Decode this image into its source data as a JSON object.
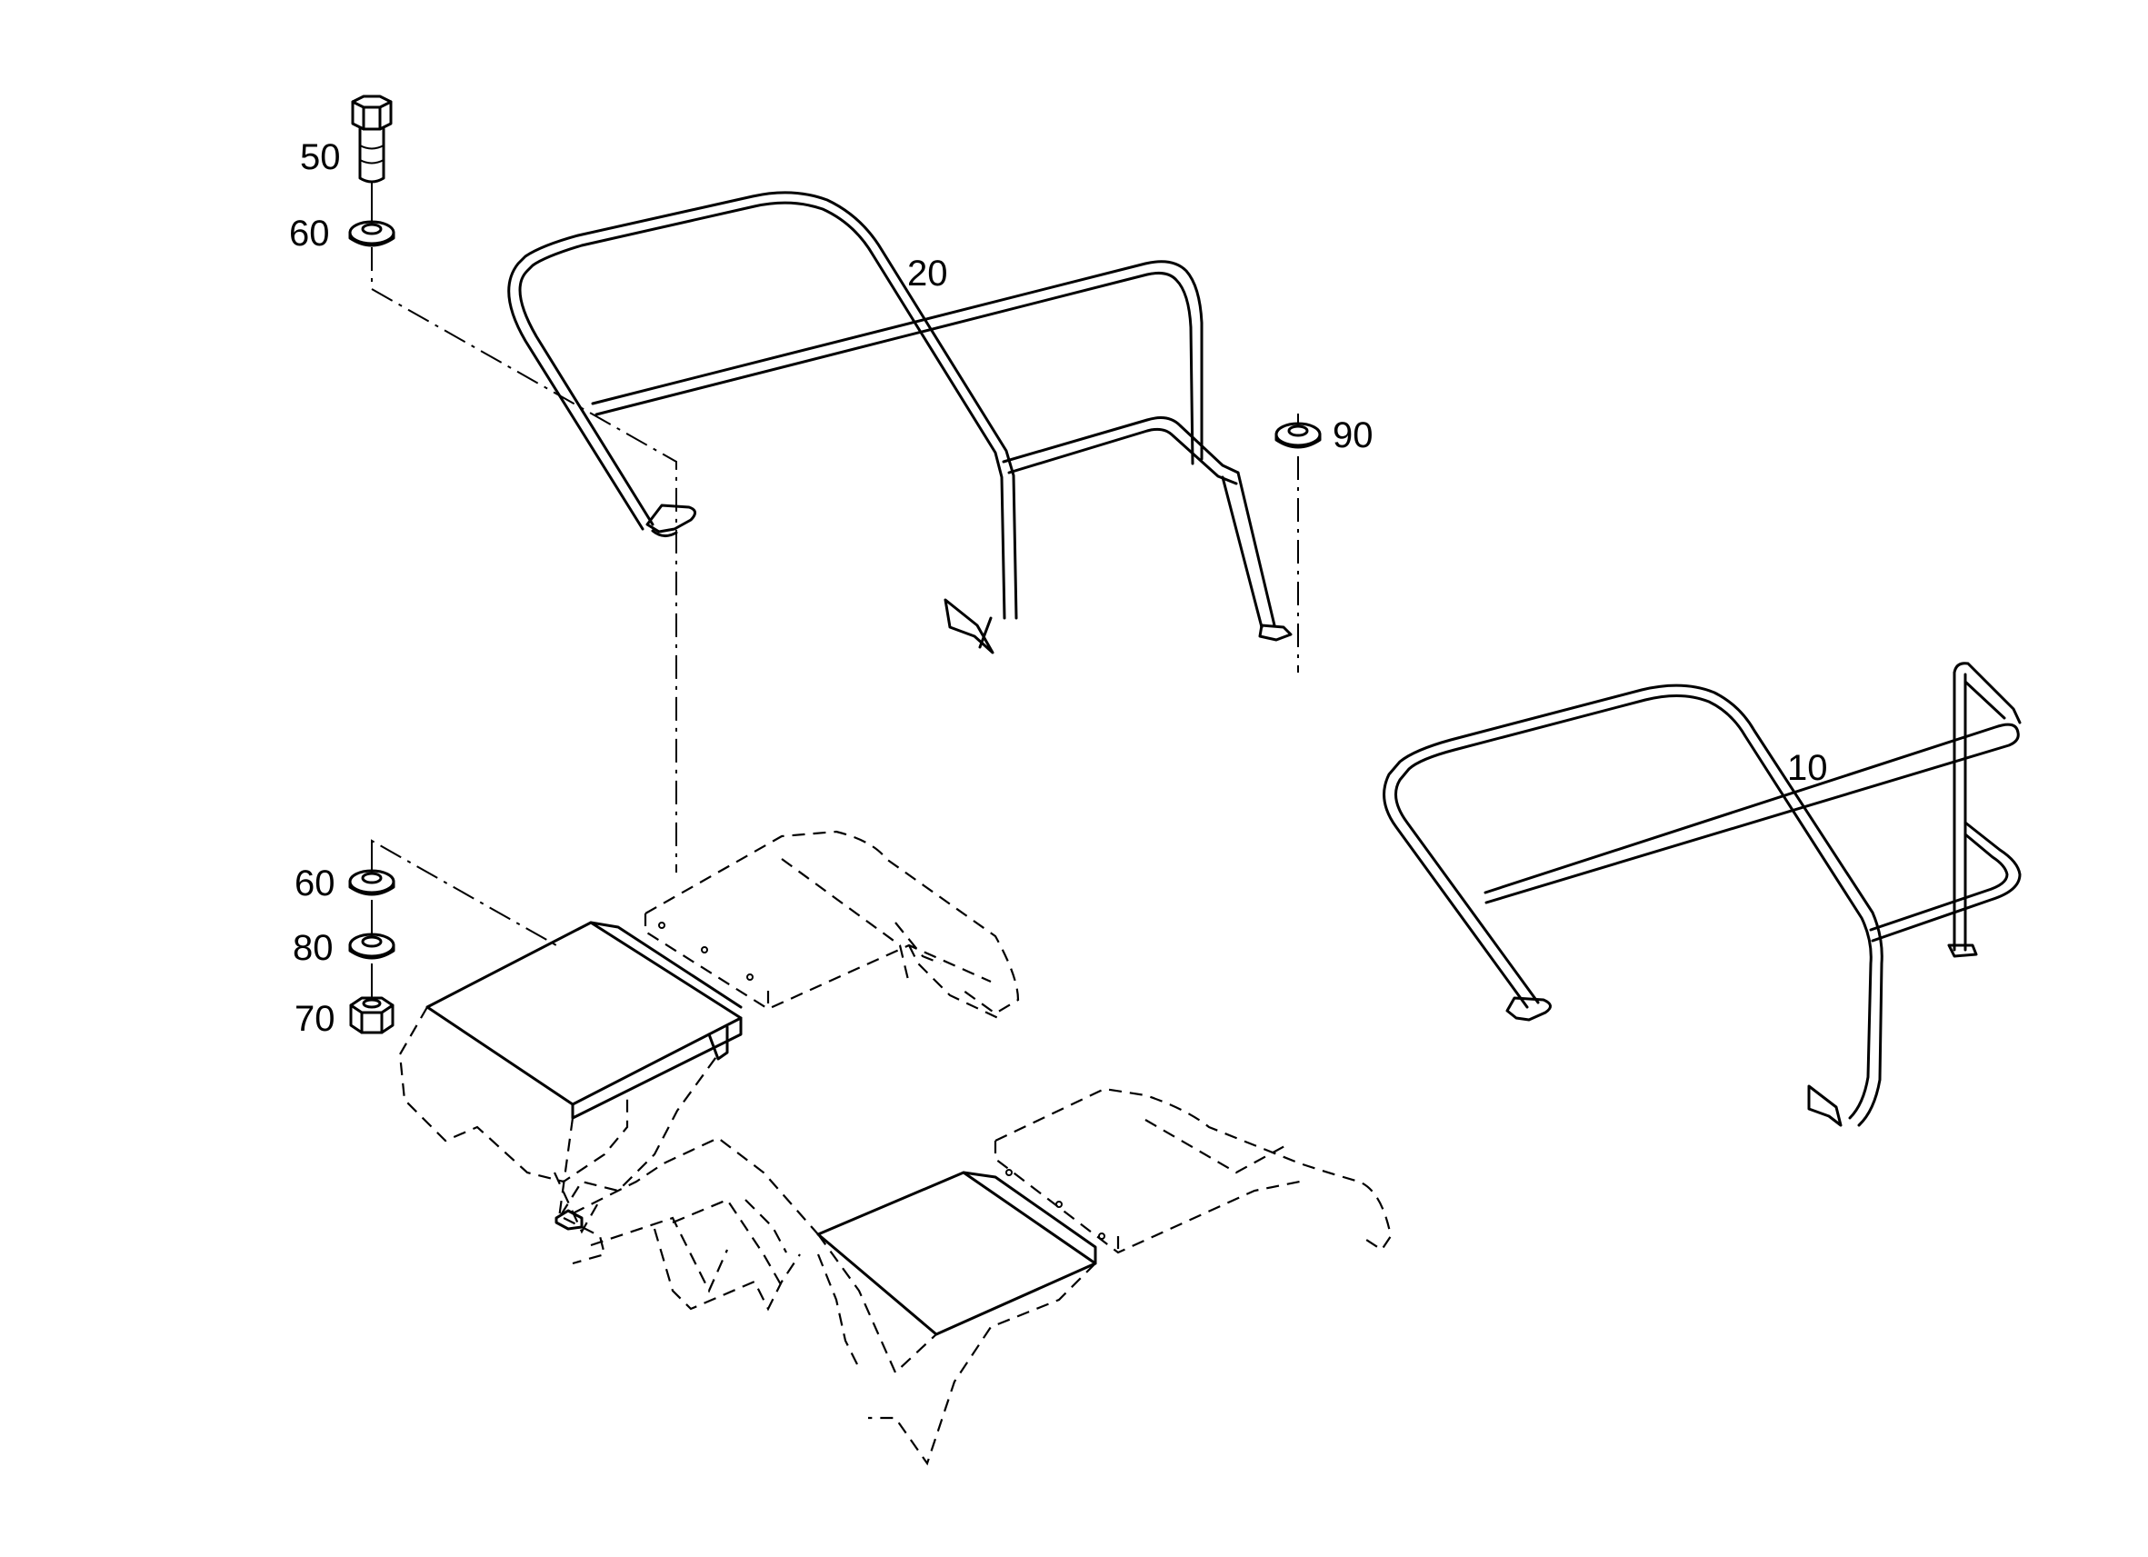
{
  "callouts": {
    "p50": "50",
    "p60_top": "60",
    "p20": "20",
    "p90": "90",
    "p10": "10",
    "p60_bottom": "60",
    "p80": "80",
    "p70": "70"
  },
  "colors": {
    "line": "#000000",
    "background": "#ffffff"
  }
}
